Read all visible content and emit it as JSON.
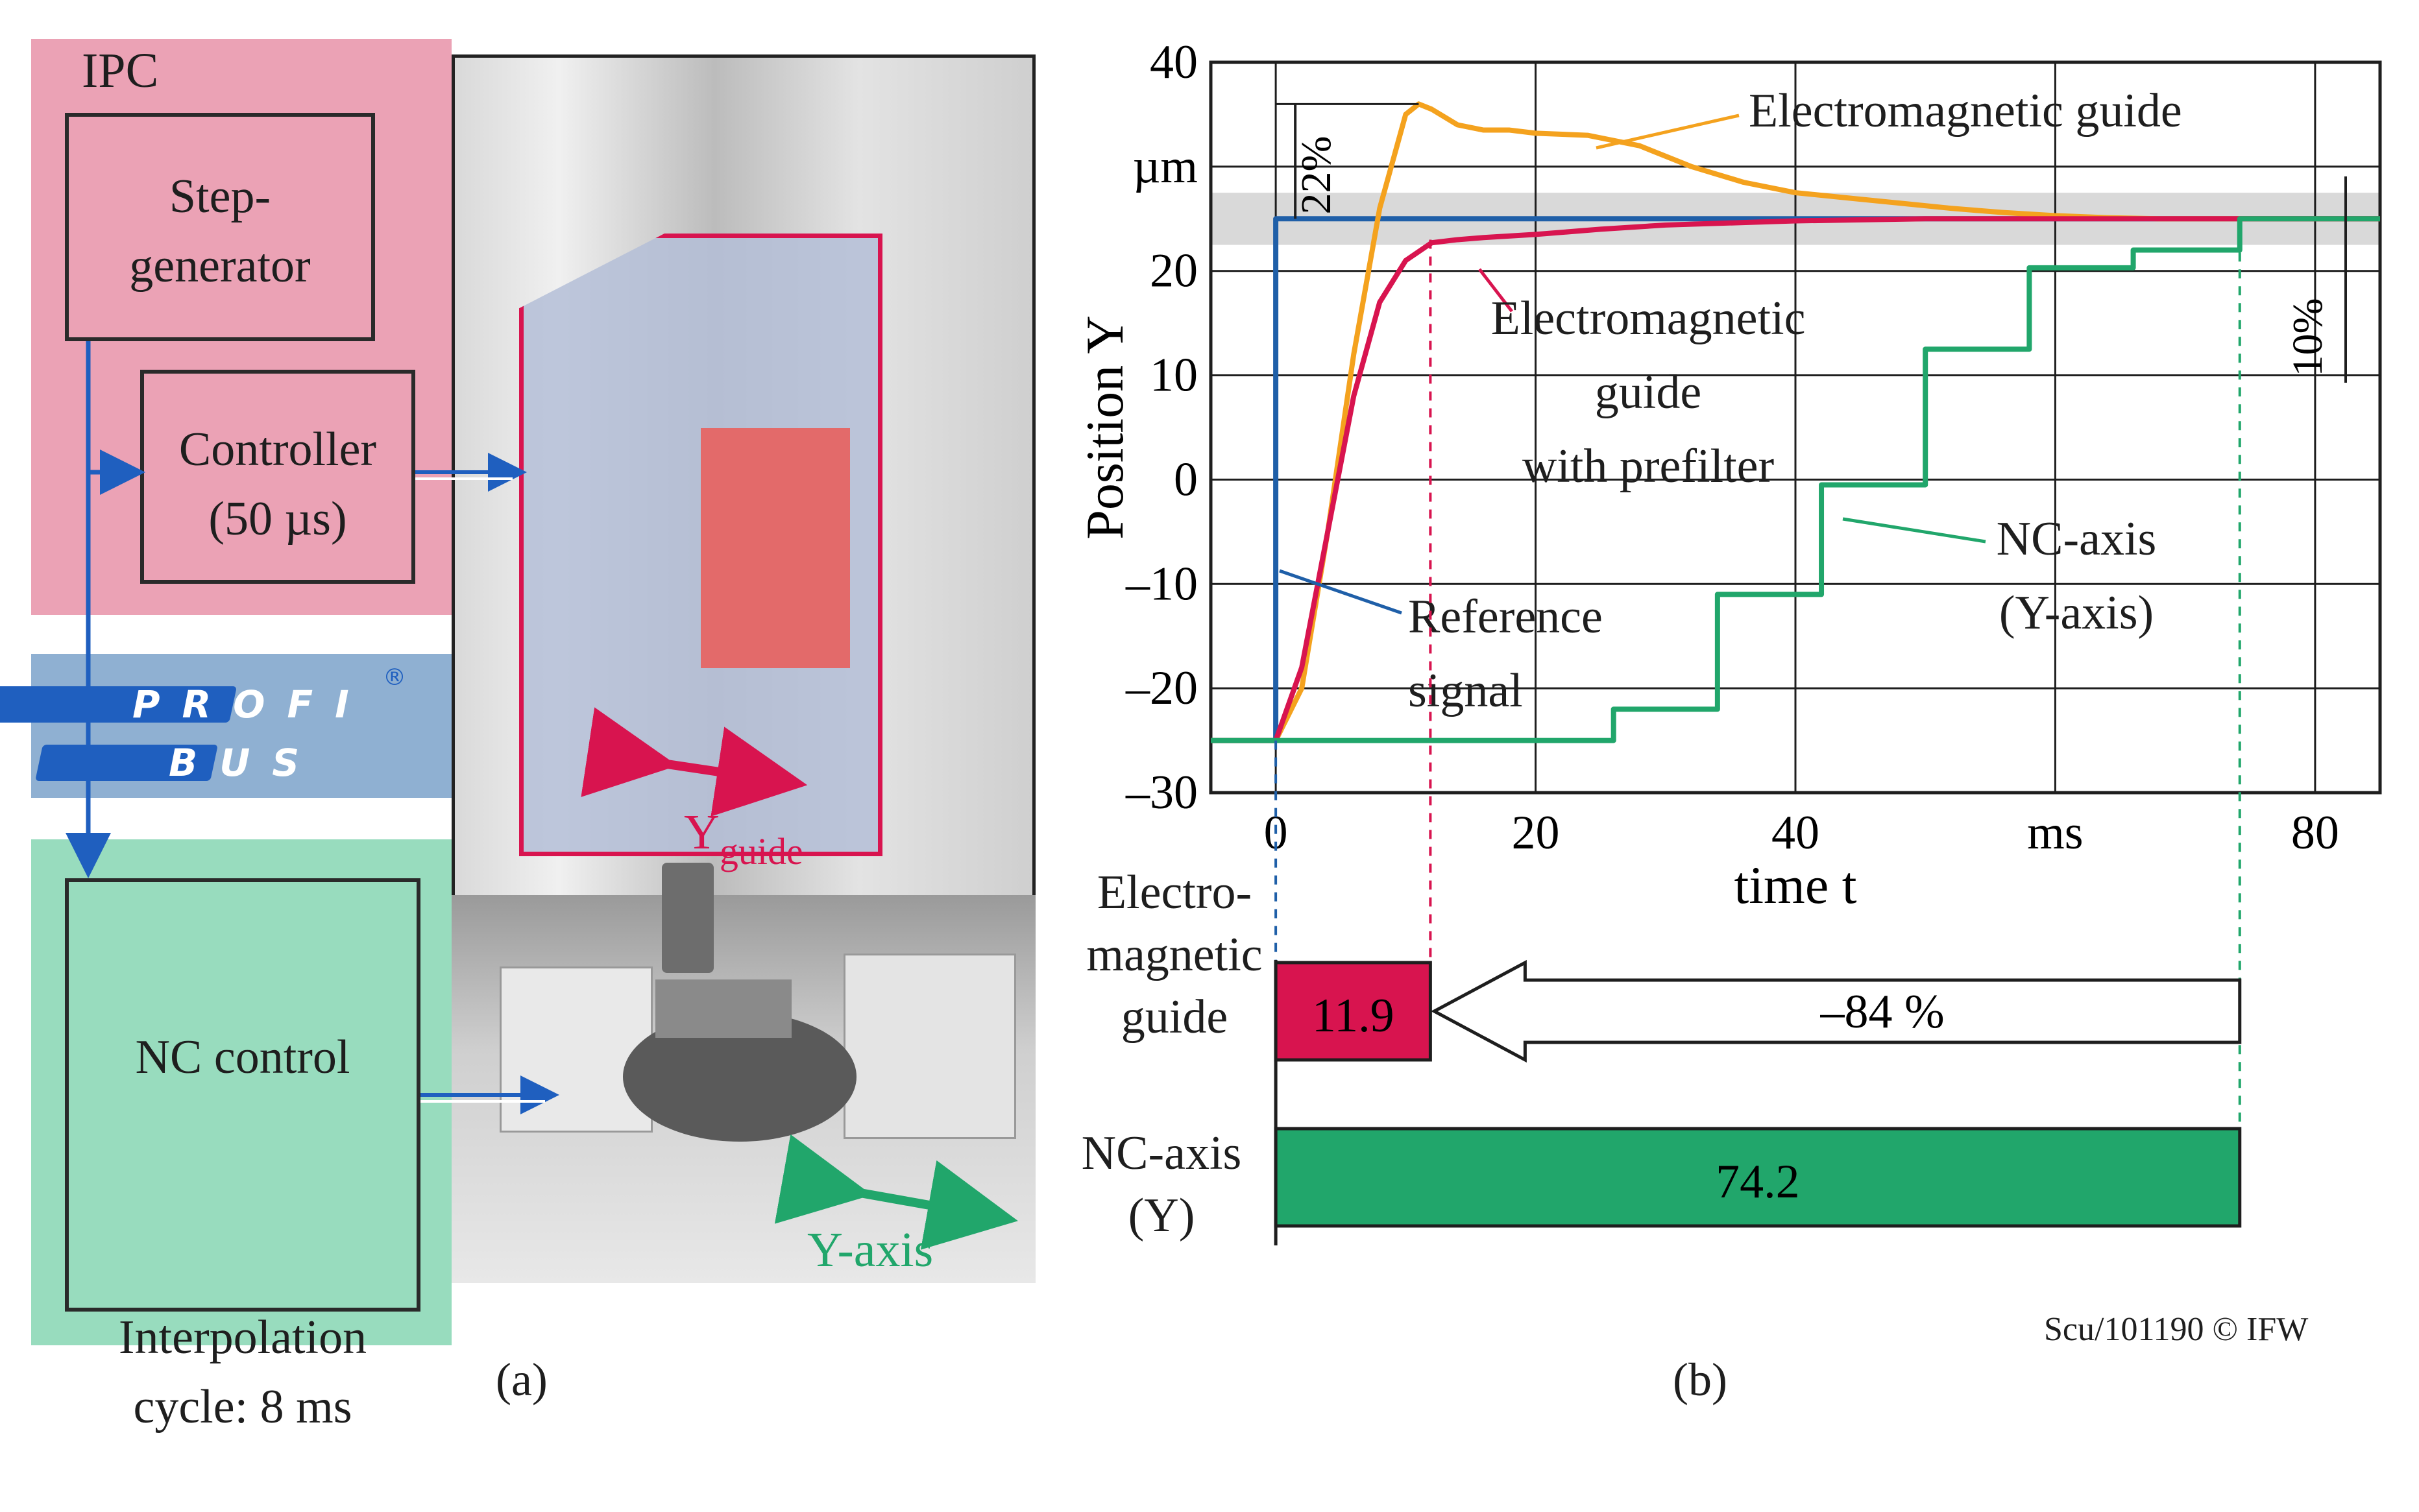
{
  "panel_a": {
    "ipc_label": "IPC",
    "step_generator": "Step-\ngenerator",
    "controller": "Controller\n(50 µs)",
    "profibus_top": "PROFI",
    "profibus_bottom": "BUS",
    "registered": "®",
    "nc_control": "NC control",
    "interpolation": "Interpolation\ncycle: 8 ms",
    "y_guide_main": "Y",
    "y_guide_sub": "guide",
    "y_axis": "Y-axis",
    "caption": "(a)"
  },
  "panel_b": {
    "caption": "(b)",
    "credit": "Scu/101190 © IFW",
    "pct_22": "22%",
    "pct_10": "10%",
    "bar_em_label": "Electro-\nmagnetic\nguide",
    "bar_nc_label": "NC-axis\n(Y)",
    "reduction": "–84 %"
  },
  "colors": {
    "reference": "#1f5fa8",
    "em_guide": "#f4a21e",
    "em_prefilter": "#d8144f",
    "nc_axis": "#21a66b",
    "ipc": "#ea9db1",
    "nc": "#98dcbe",
    "bus": "#8fb0d2"
  },
  "chart_data": {
    "type": "line",
    "title": "",
    "xlabel": "time t",
    "ylabel": "Position Y",
    "y_unit": "µm",
    "x_unit": "ms",
    "xlim": [
      -5,
      85
    ],
    "ylim": [
      -30,
      40
    ],
    "xticks": [
      "0",
      "20",
      "40",
      "ms",
      "80"
    ],
    "xtick_values": [
      0,
      20,
      40,
      60,
      80
    ],
    "yticks": [
      "–30",
      "–20",
      "–10",
      "0",
      "10",
      "20",
      "µm",
      "40"
    ],
    "ytick_values": [
      -30,
      -20,
      -10,
      0,
      10,
      20,
      30,
      40
    ],
    "grid": true,
    "tolerance_band": [
      22.5,
      27.5
    ],
    "series": [
      {
        "name": "Reference signal",
        "label": "Reference\nsignal",
        "color": "#1f5fa8",
        "x": [
          -5,
          0,
          0,
          85
        ],
        "y": [
          -25,
          -25,
          25,
          25
        ]
      },
      {
        "name": "Electromagnetic guide",
        "label": "Electromagnetic guide",
        "color": "#f4a21e",
        "x": [
          -5,
          0,
          2,
          4,
          6,
          8,
          10,
          11,
          12,
          14,
          16,
          18,
          20,
          24,
          28,
          32,
          36,
          40,
          44,
          48,
          52,
          56,
          60,
          64,
          68,
          72,
          76,
          80,
          85
        ],
        "y": [
          -25,
          -25,
          -20,
          -5,
          12,
          26,
          35,
          36,
          35.5,
          34,
          33.5,
          33.5,
          33.2,
          33,
          32,
          30,
          28.5,
          27.5,
          27,
          26.5,
          26,
          25.6,
          25.3,
          25.1,
          25,
          25,
          25,
          25,
          25
        ]
      },
      {
        "name": "Electromagnetic guide with prefilter",
        "label": "Electromagnetic\nguide\nwith prefilter",
        "color": "#d8144f",
        "x": [
          -5,
          0,
          2,
          4,
          6,
          8,
          10,
          12,
          14,
          16,
          20,
          25,
          30,
          40,
          50,
          60,
          70,
          80,
          85
        ],
        "y": [
          -25,
          -25,
          -18,
          -5,
          8,
          17,
          21,
          22.7,
          23,
          23.2,
          23.5,
          24,
          24.4,
          24.8,
          25,
          25,
          25,
          25,
          25
        ]
      },
      {
        "name": "NC-axis (Y-axis)",
        "label": "NC-axis\n(Y-axis)",
        "color": "#21a66b",
        "x": [
          -5,
          26,
          26,
          34,
          34,
          42,
          42,
          50,
          50,
          58,
          58,
          66,
          66,
          74.2,
          74.2,
          85
        ],
        "y": [
          -25,
          -25,
          -22,
          -22,
          -11,
          -11,
          -0.5,
          -0.5,
          12.5,
          12.5,
          20.3,
          20.3,
          22,
          22,
          25,
          25
        ]
      }
    ],
    "settling_bars": [
      {
        "name": "Electromagnetic guide",
        "value": 11.9,
        "color": "#d8144f"
      },
      {
        "name": "NC-axis (Y)",
        "value": 74.2,
        "color": "#21a66b"
      }
    ]
  }
}
